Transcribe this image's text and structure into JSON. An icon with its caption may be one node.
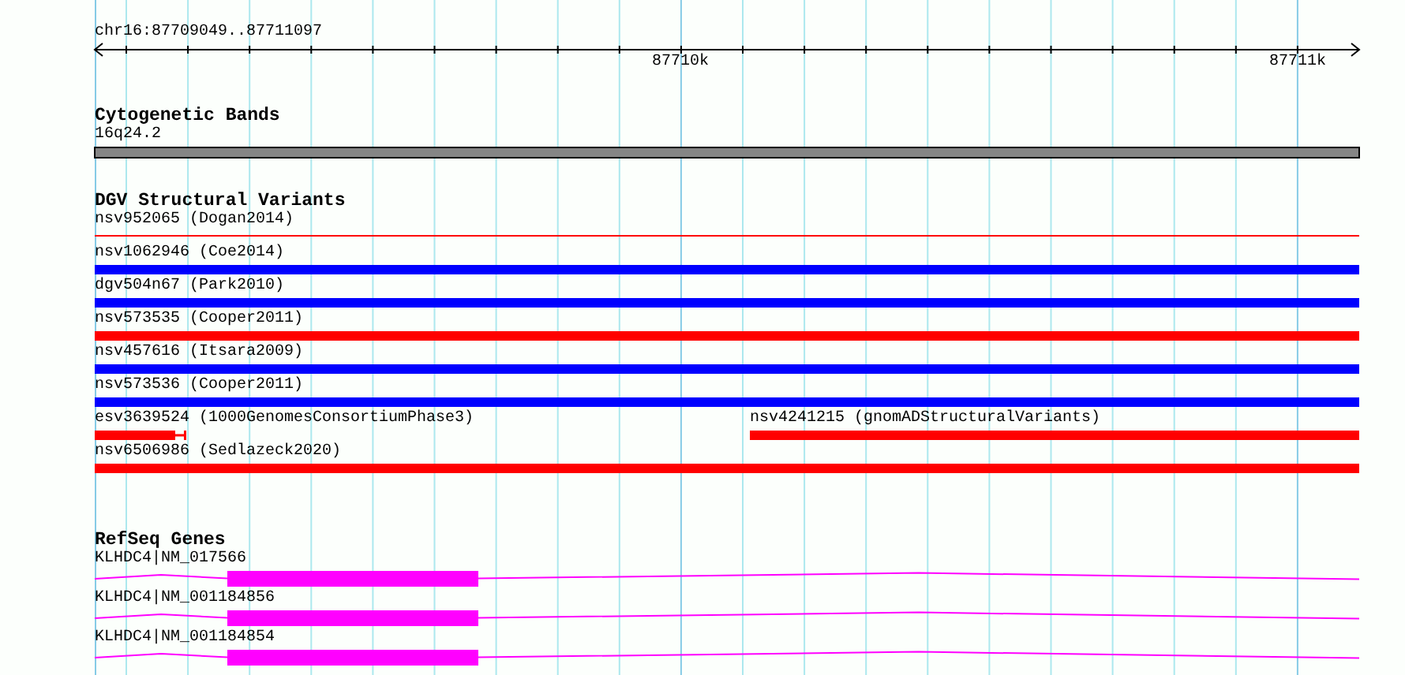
{
  "diagram": {
    "labels": [
      "chr16:87709049..87711097",
      "87710k",
      "87711k",
      "Cytogenetic Bands",
      "16q24.2",
      "DGV Structural Variants",
      "nsv952065 (Dogan2014)",
      "nsv1062946 (Coe2014)",
      "dgv504n67 (Park2010)",
      "nsv573535 (Cooper2011)",
      "nsv457616 (Itsara2009)",
      "nsv573536 (Cooper2011)",
      "esv3639524 (1000GenomesConsortiumPhase3)",
      "nsv4241215 (gnomADStructuralVariants)",
      "nsv6506986 (Sedlazeck2020)",
      "RefSeq Genes",
      "KLHDC4|NM_017566",
      "KLHDC4|NM_001184856",
      "KLHDC4|NM_001184854"
    ]
  }
}
